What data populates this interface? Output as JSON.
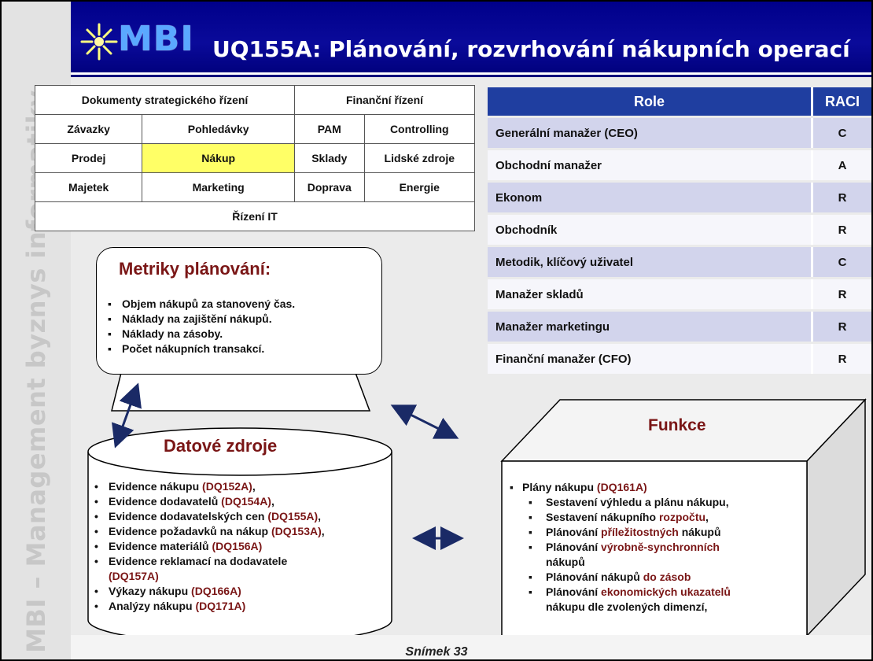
{
  "header": {
    "logo_text": "MBI",
    "title": "UQ155A: Plánování, rozvrhování nákupních operací"
  },
  "sidebar_text": "MBI – Management byznys informatiky",
  "areas": {
    "top_row": [
      "Dokumenty strategického řízení",
      "Finanční řízení"
    ],
    "rows": [
      [
        "Závazky",
        "Pohledávky",
        "PAM",
        "Controlling"
      ],
      [
        "Prodej",
        "Nákup",
        "Sklady",
        "Lidské zdroje"
      ],
      [
        "Majetek",
        "Marketing",
        "Doprava",
        "Energie"
      ]
    ],
    "bottom_row": "Řízení IT",
    "highlighted": "Nákup"
  },
  "raci": {
    "headers": [
      "Role",
      "RACI"
    ],
    "rows": [
      {
        "role": "Generální manažer (CEO)",
        "code": "C"
      },
      {
        "role": "Obchodní manažer",
        "code": "A"
      },
      {
        "role": "Ekonom",
        "code": "R"
      },
      {
        "role": "Obchodník",
        "code": "R"
      },
      {
        "role": "Metodik, klíčový uživatel",
        "code": "C"
      },
      {
        "role": "Manažer skladů",
        "code": "R"
      },
      {
        "role": "Manažer marketingu",
        "code": "R"
      },
      {
        "role": "Finanční manažer (CFO)",
        "code": "R"
      }
    ]
  },
  "metrics": {
    "title": "Metriky plánování:",
    "items": [
      "Objem nákupů za stanovený čas.",
      "Náklady na zajištění nákupů.",
      "Náklady na zásoby.",
      "Počet nákupních transakcí."
    ]
  },
  "data_sources": {
    "title": "Datové zdroje",
    "items": [
      {
        "text": "Evidence nákupu ",
        "code": "(DQ152A)",
        "after": ","
      },
      {
        "text": "Evidence dodavatelů ",
        "code": "(DQ154A)",
        "after": ","
      },
      {
        "text": "Evidence dodavatelských cen ",
        "code": "(DQ155A)",
        "after": ","
      },
      {
        "text": "Evidence požadavků na nákup ",
        "code": "(DQ153A)",
        "after": ","
      },
      {
        "text": "Evidence materiálů ",
        "code": "(DQ156A)",
        "after": ""
      },
      {
        "text": "Evidence reklamací na dodavatele",
        "code": "",
        "after": ""
      },
      {
        "text": "",
        "code": "(DQ157A)",
        "after": ""
      },
      {
        "text": "Výkazy nákupu ",
        "code": "(DQ166A)",
        "after": ""
      },
      {
        "text": "Analýzy nákupu ",
        "code": "(DQ171A)",
        "after": ""
      }
    ]
  },
  "functions": {
    "title": "Funkce",
    "items": [
      {
        "level": 1,
        "text": "Plány nákupu ",
        "code": "(DQ161A)",
        "after": ""
      },
      {
        "level": 2,
        "text": "Sestavení výhledu a plánu nákupu,",
        "code": "",
        "after": ""
      },
      {
        "level": 2,
        "text": "Sestavení nákupního ",
        "code": "rozpočtu",
        "after": ","
      },
      {
        "level": 2,
        "text": "Plánování ",
        "code": "příležitostných",
        "after": " nákupů"
      },
      {
        "level": 2,
        "text": "Plánování ",
        "code": "výrobně-synchronních",
        "after": ""
      },
      {
        "level": 3,
        "text": "nákupů",
        "code": "",
        "after": ""
      },
      {
        "level": 2,
        "text": "Plánování nákupů ",
        "code": "do zásob",
        "after": ""
      },
      {
        "level": 2,
        "text": "Plánování ",
        "code": "ekonomických ukazatelů",
        "after": ""
      },
      {
        "level": 3,
        "text": "nákupu dle zvolených dimenzí,",
        "code": "",
        "after": ""
      }
    ]
  },
  "footer": "Snímek  33",
  "colors": {
    "header_blue": "#00008a",
    "raci_header": "#1f3ea0",
    "highlight_yellow": "#ffff66",
    "accent_red": "#7a1616"
  }
}
